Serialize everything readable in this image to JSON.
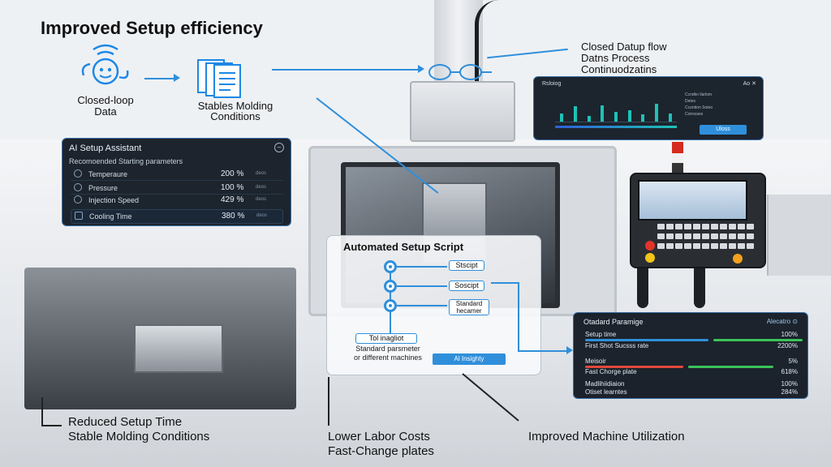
{
  "title": "Improved Setup efficiency",
  "top_flow": {
    "item1_label": "Closed-loop\nData",
    "item2_label": "Stables Molding\nConditions",
    "item3_label": "Closed Datup flow\nDatns Process\nContinuodzatins"
  },
  "dashboard": {
    "header": "Rsloiog",
    "header_right": "Aо  ✕",
    "side_text": "Ccndkn llarlom\nDetes\nCcontion Soteo\nCoirosses",
    "button": "Uloss",
    "bars": [
      0.3,
      0.55,
      0.2,
      0.6,
      0.35,
      0.4,
      0.25,
      0.65,
      0.3
    ],
    "accent": "#1ec2b8"
  },
  "ai_panel": {
    "title": "AI Setup Assistant",
    "subtitle": "Recomoended Starting parameters",
    "rows": [
      {
        "name": "Temperaure",
        "value": "200 %",
        "unit": "deos"
      },
      {
        "name": "Pressure",
        "value": "100 %",
        "unit": "deos"
      },
      {
        "name": "Injection Speed",
        "value": "429 %",
        "unit": "deos"
      },
      {
        "name": "Cooling Time",
        "value": "380 %",
        "unit": "deos"
      }
    ]
  },
  "script_panel": {
    "title": "Automated Setup Script",
    "steps": [
      "Stscipt",
      "Soscipt",
      "Standard\nhecamer"
    ],
    "start_box": "Tol inagliot",
    "note": "Standard parsmeter\nor different machines",
    "insight_btn": "Al Insighty"
  },
  "std_panel": {
    "title": "Otadard Paramige",
    "right_label": "Alecatro ⊙",
    "rows": [
      {
        "label": "Setup time",
        "value": "100%",
        "bars": [
          {
            "color": "#2f8fdb",
            "fill": 0.58
          },
          {
            "color": "#3cc35a",
            "fill": 0.42
          }
        ]
      },
      {
        "label": "First Shot Sucsss rate",
        "value": "2200%",
        "bars": []
      },
      {
        "label": "Meisoir",
        "value": "5%",
        "bars": [
          {
            "color": "#e2483a",
            "fill": 0.46
          },
          {
            "color": "#3cc35a",
            "fill": 0.4
          }
        ]
      },
      {
        "label": "Fast Chorge plate",
        "value": "618%",
        "bars": []
      },
      {
        "label": "Madlihiidiaion",
        "value": "100%",
        "bars": []
      },
      {
        "label": "Otiset learntes",
        "value": "284%",
        "bars": []
      }
    ]
  },
  "bottom_labels": {
    "left": "Reduced Setup Time\nStable Molding Conditions",
    "middle": "Lower Labor Costs\nFast-Change plates",
    "right": "Improved Machine Utilization"
  }
}
